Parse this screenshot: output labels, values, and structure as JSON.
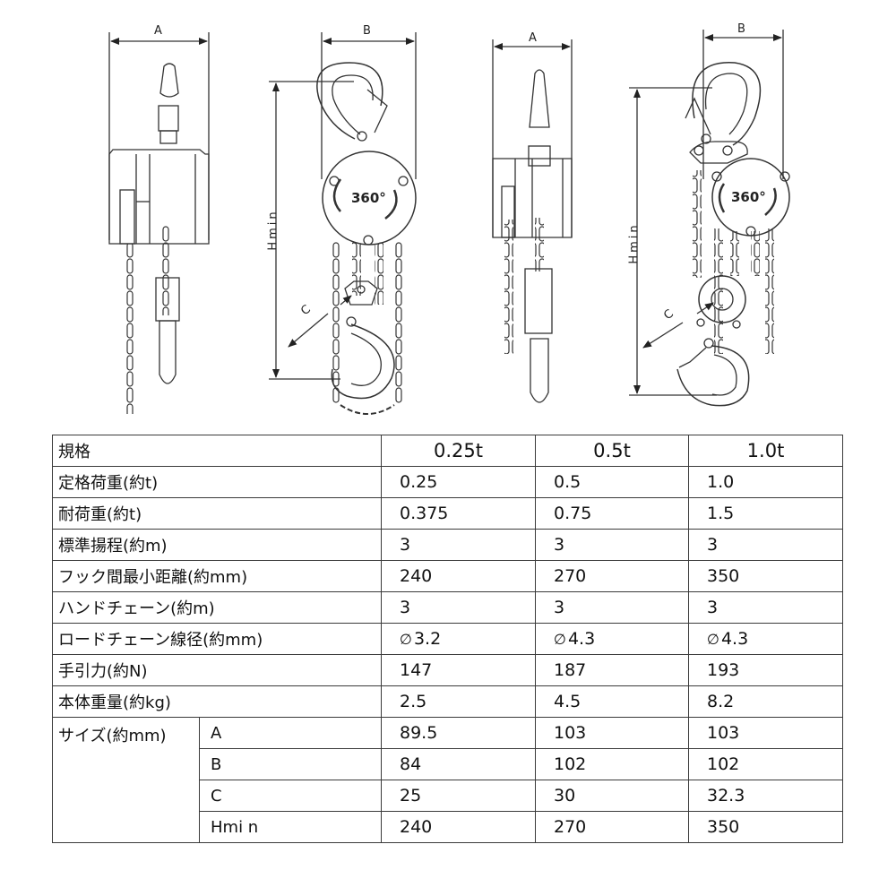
{
  "drawings": {
    "views": [
      {
        "id": "side-view-1",
        "dimension_label": "A"
      },
      {
        "id": "front-view-1",
        "dimension_labels": [
          "B",
          "Hmin",
          "C"
        ],
        "badge": "360°"
      },
      {
        "id": "side-view-2",
        "dimension_label": "A"
      },
      {
        "id": "front-view-2",
        "dimension_labels": [
          "B",
          "Hmin",
          "C"
        ],
        "badge": "360°"
      }
    ],
    "label_A": "A",
    "label_B": "B",
    "label_C": "C",
    "label_Hmin": "Hmin",
    "badge_360": "360°"
  },
  "table": {
    "header": {
      "label": "規格",
      "models": [
        "0.25t",
        "0.5t",
        "1.0t"
      ]
    },
    "rows": [
      {
        "label": "定格荷重(約t)",
        "values": [
          "0.25",
          "0.5",
          "1.0"
        ]
      },
      {
        "label": "耐荷重(約t)",
        "values": [
          "0.375",
          "0.75",
          "1.5"
        ]
      },
      {
        "label": "標準揚程(約m)",
        "values": [
          "3",
          "3",
          "3"
        ]
      },
      {
        "label": "フック間最小距離(約mm)",
        "values": [
          "240",
          "270",
          "350"
        ]
      },
      {
        "label": "ハンドチェーン(約m)",
        "values": [
          "3",
          "3",
          "3"
        ]
      },
      {
        "label": "ロードチェーン線径(約mm)",
        "values": [
          "3.2",
          "4.3",
          "4.3"
        ],
        "prefix": "∅"
      },
      {
        "label": "手引力(約N)",
        "values": [
          "147",
          "187",
          "193"
        ]
      },
      {
        "label": "本体重量(約kg)",
        "values": [
          "2.5",
          "4.5",
          "8.2"
        ]
      }
    ],
    "size_group": {
      "label": "サイズ(約mm)",
      "rows": [
        {
          "label": "A",
          "values": [
            "89.5",
            "103",
            "103"
          ]
        },
        {
          "label": "B",
          "values": [
            "84",
            "102",
            "102"
          ]
        },
        {
          "label": "C",
          "values": [
            "25",
            "30",
            "32.3"
          ]
        },
        {
          "label": "Hmi n",
          "values": [
            "240",
            "270",
            "350"
          ]
        }
      ]
    }
  }
}
